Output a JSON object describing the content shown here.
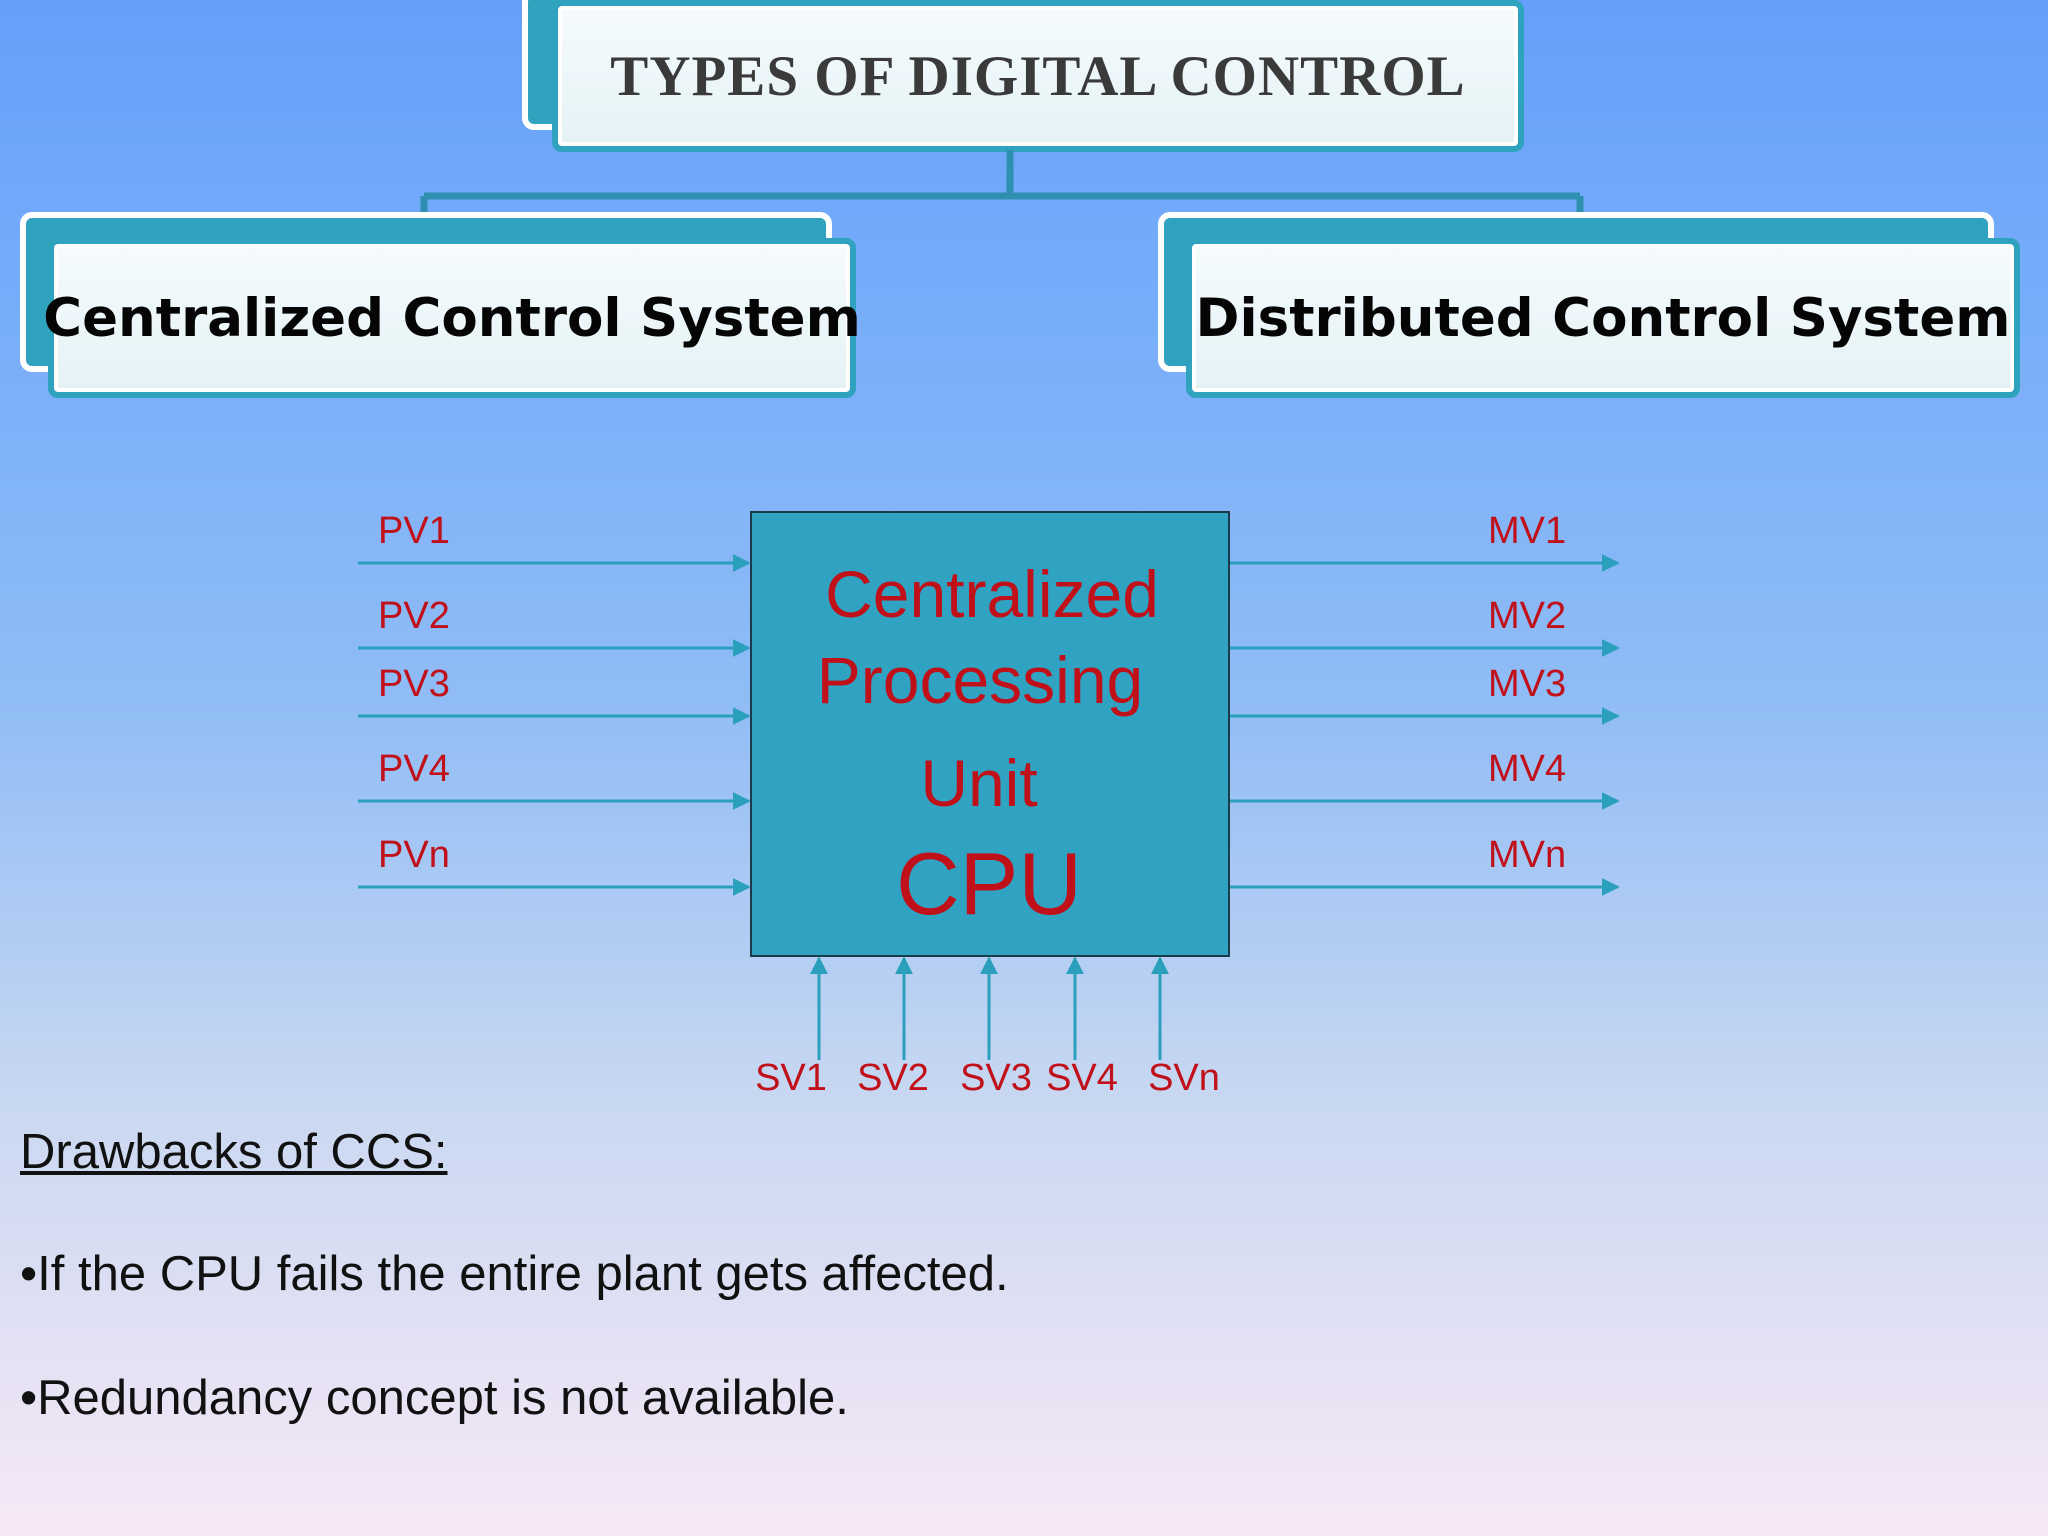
{
  "title": "TYPES OF DIGITAL CONTROL",
  "categories": {
    "left": "Centralized Control System",
    "right": "Distributed Control System"
  },
  "cpu": {
    "line1": "Centralized",
    "line2": "Processing",
    "line3": "Unit",
    "line4": "CPU"
  },
  "inputs": [
    "PV1",
    "PV2",
    "PV3",
    "PV4",
    "PVn"
  ],
  "outputs": [
    "MV1",
    "MV2",
    "MV3",
    "MV4",
    "MVn"
  ],
  "setpoints": [
    "SV1",
    "SV2",
    "SV3",
    "SV4",
    "SVn"
  ],
  "drawbacks": {
    "heading": "Drawbacks of CCS:",
    "items": [
      "•If the CPU fails the entire plant gets affected.",
      "•Redundancy concept is not available."
    ]
  },
  "colors": {
    "accent": "#2fa2be",
    "cpu_fill": "#30a2c2",
    "label_red": "#c0101a",
    "arrow": "#2aa0bd"
  }
}
